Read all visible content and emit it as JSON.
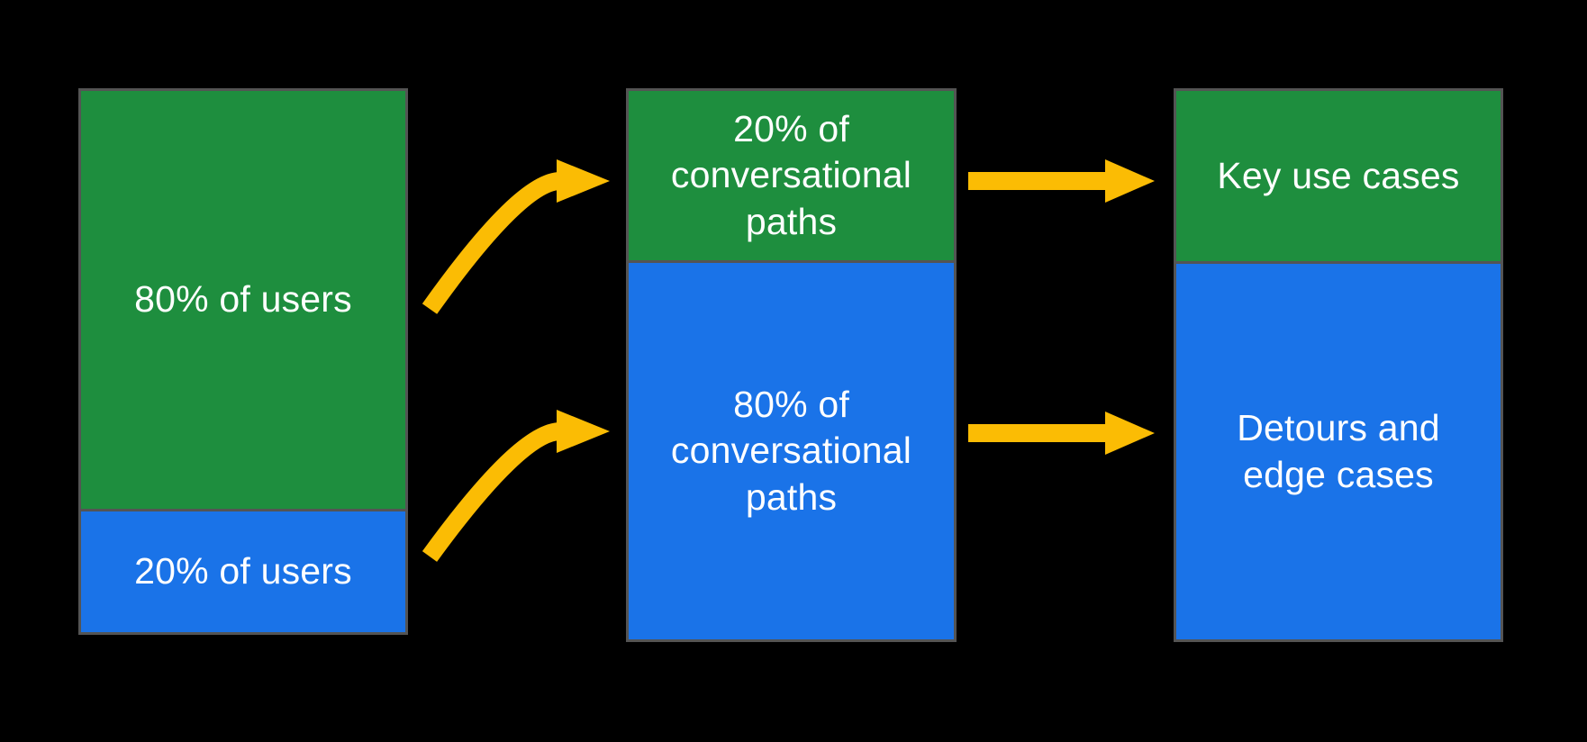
{
  "diagram": {
    "type": "flow-diagram",
    "colors": {
      "green": "#1E8E3E",
      "blue": "#1A73E8",
      "arrow": "#FBBC04",
      "border": "#545454",
      "text": "#FFFFFF",
      "background": "#000000"
    },
    "columns": [
      {
        "name": "users",
        "segments": [
          {
            "label": "80% of users",
            "color": "green"
          },
          {
            "label": "20% of users",
            "color": "blue"
          }
        ]
      },
      {
        "name": "conversational-paths",
        "segments": [
          {
            "label": "20% of\nconversational\npaths",
            "color": "green"
          },
          {
            "label": "80% of\nconversational\npaths",
            "color": "blue"
          }
        ]
      },
      {
        "name": "outcomes",
        "segments": [
          {
            "label": "Key use cases",
            "color": "green"
          },
          {
            "label": "Detours and\nedge cases",
            "color": "blue"
          }
        ]
      }
    ],
    "arrows": [
      {
        "from": "80% of users",
        "to": "20% of conversational paths",
        "shape": "curved"
      },
      {
        "from": "20% of users",
        "to": "80% of conversational paths",
        "shape": "curved"
      },
      {
        "from": "20% of conversational paths",
        "to": "Key use cases",
        "shape": "straight"
      },
      {
        "from": "80% of conversational paths",
        "to": "Detours and edge cases",
        "shape": "straight"
      }
    ]
  }
}
